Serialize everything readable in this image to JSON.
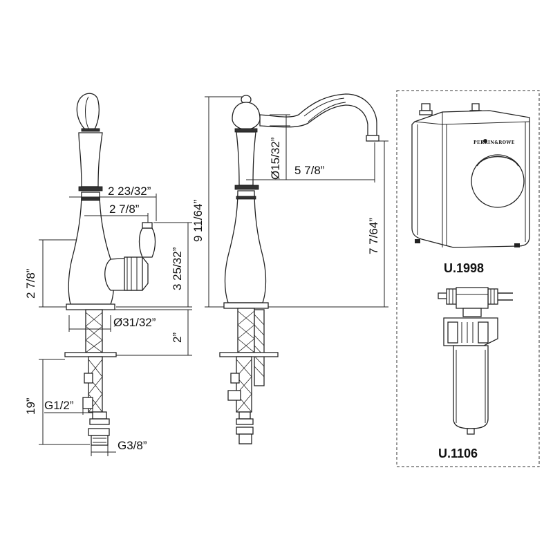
{
  "dimensions": {
    "spout_reach_vertical": "2 23/32”",
    "handle_offset": "2 7/8”",
    "base_height": "2 7/8”",
    "handle_height": "3 25/32”",
    "base_diameter": "Ø31/32”",
    "shank_length": "2”",
    "hose_length": "19”",
    "thread_a": "G1/2”",
    "thread_b": "G3/8”",
    "total_height": "9 11/64”",
    "spout_diameter": "Ø15/32”",
    "spout_reach": "5 7/8”",
    "spout_height": "7 7/64”"
  },
  "products": {
    "tank_model": "U.1998",
    "filter_model": "U.1106",
    "brand_text": "PERRIN&ROWE"
  }
}
